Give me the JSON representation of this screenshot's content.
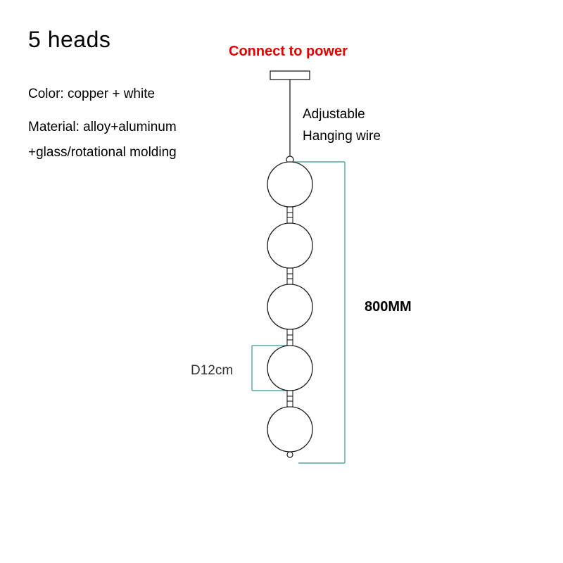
{
  "product": {
    "title": "5 heads",
    "heads_count": 5,
    "specs": {
      "color": "Color: copper + white",
      "material_line1": "Material: alloy+aluminum",
      "material_line2": "+glass/rotational molding"
    }
  },
  "diagram": {
    "power_label": "Connect to power",
    "wire_label_line1": "Adjustable",
    "wire_label_line2": "Hanging wire",
    "height_dimension": "800MM",
    "diameter_dimension": "D12cm"
  },
  "colors": {
    "power_label_red": "#e60000",
    "dimension_line_teal": "#55a8a3",
    "outline_black": "#1f1f1f",
    "background": "#ffffff"
  }
}
